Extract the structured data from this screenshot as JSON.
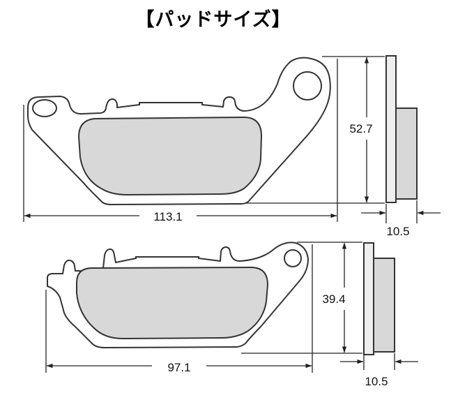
{
  "title": "【パッドサイズ】",
  "colors": {
    "outline": "#333333",
    "pad": "#d8d8d8",
    "dimension": "#222222"
  },
  "pads": [
    {
      "id": "upper",
      "width_label": "113.1",
      "height_label": "52.7",
      "thickness_label": "10.5"
    },
    {
      "id": "lower",
      "width_label": "97.1",
      "height_label": "39.4",
      "thickness_label": "10.5"
    }
  ]
}
